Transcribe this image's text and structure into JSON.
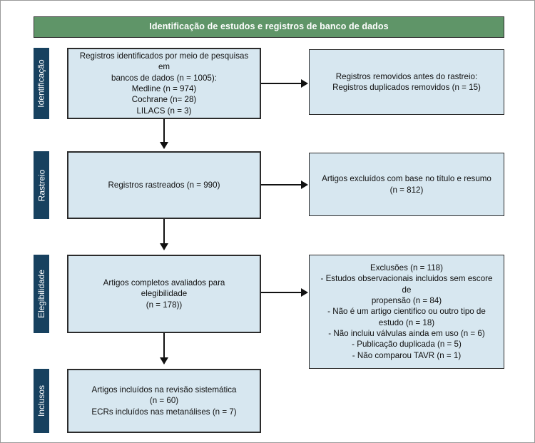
{
  "header": {
    "title": "Identificação de estudos e registros de banco de dados",
    "background_color": "#5f9568",
    "text_color": "#ffffff"
  },
  "colors": {
    "stage_tab": "#17415f",
    "box_fill": "#d7e7f0",
    "box_border": "#2b2b2b",
    "connector": "#111111",
    "frame_border": "#9a9a9a"
  },
  "stages": [
    {
      "id": "identificacao",
      "label": "Identificação"
    },
    {
      "id": "rastreio",
      "label": "Rastreio"
    },
    {
      "id": "elegibilidade",
      "label": "Elegibilidade"
    },
    {
      "id": "inclusos",
      "label": "Inclusos"
    }
  ],
  "boxes": {
    "identified_records": {
      "text": "Registros identificados por meio de pesquisas em\nbancos de dados (n = 1005):\nMedline (n = 974)\nCochrane (n= 28)\nLILACS (n = 3)"
    },
    "records_removed": {
      "text": "Registros removidos antes do rastreio:\nRegistros duplicados removidos (n = 15)"
    },
    "records_screened": {
      "text": "Registros rastreados (n = 990)"
    },
    "records_excluded": {
      "text": "Artigos excluídos com base no título e resumo\n(n = 812)"
    },
    "full_text_assessed": {
      "text": "Artigos completos avaliados para\nelegibilidade\n(n = 178))"
    },
    "exclusions": {
      "text": "Exclusões (n = 118)\n- Estudos observacionais incluidos sem escore de\npropensão (n = 84)\n- Não é um artigo cientifico ou outro tipo de\nestudo (n = 18)\n- Não incluiu válvulas ainda em uso (n = 6)\n- Publicação duplicada (n = 5)\n- Não comparou TAVR (n = 1)"
    },
    "included_studies": {
      "text": "Artigos incluídos na revisão sistemática\n(n = 60)\nECRs incluídos nas metanálises (n = 7)"
    }
  },
  "counts": {
    "total_identified": 1005,
    "medline": 974,
    "cochrane": 28,
    "lilacs": 3,
    "duplicates_removed": 15,
    "screened": 990,
    "excluded_title_abstract": 812,
    "full_text_assessed": 178,
    "exclusions_total": 118,
    "exclusion_observational_no_propensity": 84,
    "exclusion_not_scientific_article": 18,
    "exclusion_valves_not_in_use": 6,
    "exclusion_duplicate_publication": 5,
    "exclusion_no_tavr_comparison": 1,
    "included_systematic_review": 60,
    "included_meta_analysis_rcts": 7
  }
}
